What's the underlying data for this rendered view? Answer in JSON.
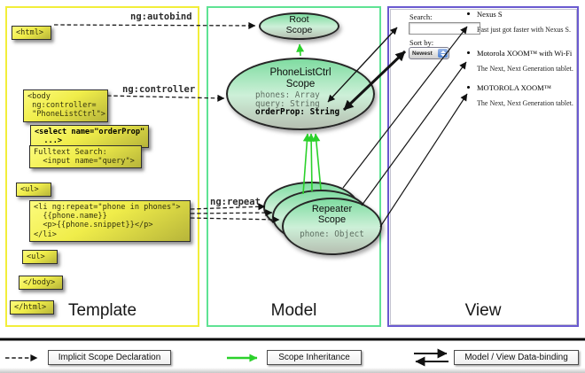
{
  "panels": {
    "template": {
      "title": "Template",
      "boxes": {
        "html_open": "<html>",
        "body_open": "<body\n ng:controller=\n \"PhoneListCtrl\">",
        "select": "<select name=\"orderProp\"\n  ...>",
        "fulltext": "Fulltext Search:\n  <input name=\"query\">",
        "ul_open": "<ul>",
        "li_repeat": "<li ng:repeat=\"phone in phones\">\n  {{phone.name}}\n  <p>{{phone.snippet}}</p>\n</li>",
        "ul_close": "<ul>",
        "body_close": "</body>",
        "html_close": "</html>"
      }
    },
    "model": {
      "title": "Model",
      "root_scope": {
        "name": "Root\nScope"
      },
      "phonelist_scope": {
        "name": "PhoneListCtrl\nScope",
        "prop_phones": "phones: Array",
        "prop_query": "query: String",
        "prop_order": "orderProp: String"
      },
      "repeater_scope": {
        "name": "Repeater\nScope",
        "prop_phone": "phone: Object"
      }
    },
    "view": {
      "title": "View",
      "search_label": "Search:",
      "sort_label": "Sort by:",
      "sort_value": "Newest",
      "items": [
        {
          "title": "Nexus S",
          "desc": "Fast just got faster with Nexus S."
        },
        {
          "title": "Motorola XOOM™ with Wi-Fi",
          "desc": "The Next, Next Generation tablet."
        },
        {
          "title": "MOTOROLA XOOM™",
          "desc": "The Next, Next Generation tablet."
        }
      ]
    }
  },
  "connector_labels": {
    "autobind": "ng:autobind",
    "controller": "ng:controller",
    "repeat": "ng:repeat"
  },
  "legend": {
    "implicit": "Implicit Scope Declaration",
    "inheritance": "Scope Inheritance",
    "databinding": "Model / View Data-binding"
  },
  "colors": {
    "template_border": "#f2ee3a",
    "model_border": "#5fe394",
    "view_border": "#6a5ad0",
    "inheritance_green": "#2bd12b",
    "scope_fill_top": "#7fdca1",
    "codebox_yellow": "#f0ed4a"
  }
}
